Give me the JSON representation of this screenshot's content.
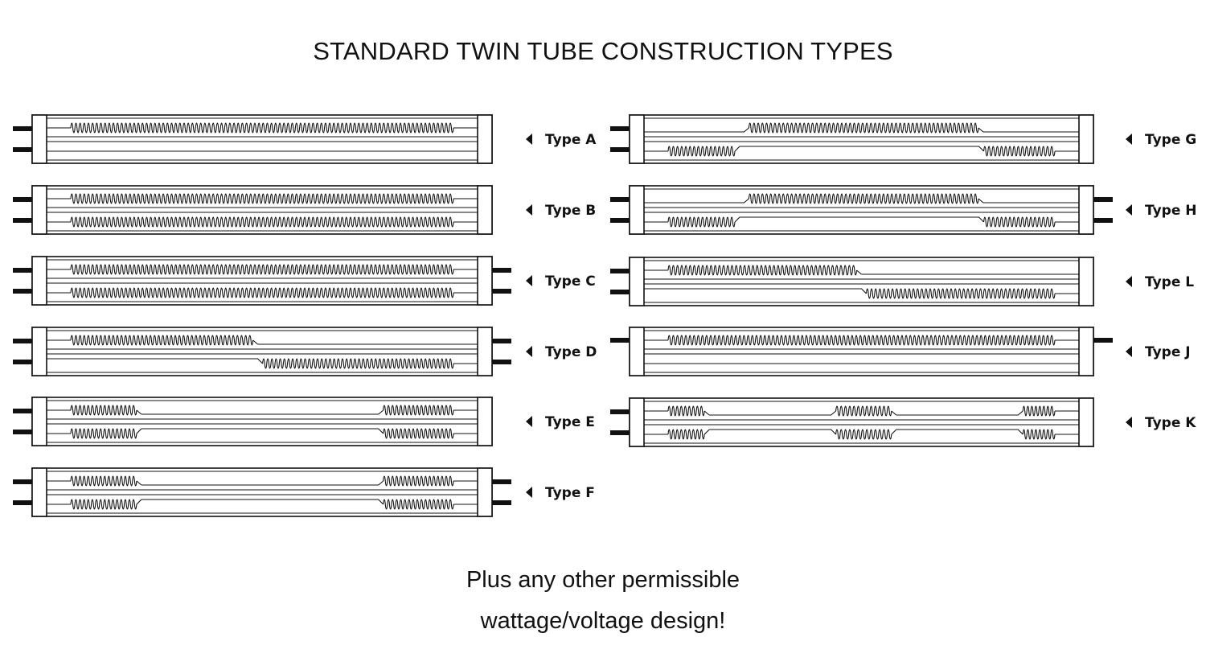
{
  "title": "STANDARD TWIN TUBE CONSTRUCTION TYPES",
  "footer": {
    "line1": "Plus any other permissible",
    "line2": "wattage/voltage design!"
  },
  "colors": {
    "ink": "#111111",
    "tube_fill": "#ffffff"
  },
  "left_column": [
    {
      "label": "Type A",
      "terminals": "left",
      "top_coil": [
        [
          0,
          1
        ]
      ],
      "bottom_coil": []
    },
    {
      "label": "Type B",
      "terminals": "left",
      "top_coil": [
        [
          0,
          1
        ]
      ],
      "bottom_coil": [
        [
          0,
          1
        ]
      ]
    },
    {
      "label": "Type C",
      "terminals": "both",
      "top_coil": [
        [
          0,
          1
        ]
      ],
      "bottom_coil": [
        [
          0,
          1
        ]
      ]
    },
    {
      "label": "Type D",
      "terminals": "both",
      "top_coil": [
        [
          0,
          0.49
        ]
      ],
      "bottom_coil": [
        [
          0.49,
          1
        ]
      ]
    },
    {
      "label": "Type E",
      "terminals": "left",
      "top_coil": [
        [
          0,
          0.22
        ],
        [
          0.77,
          1
        ]
      ],
      "bottom_coil": [
        [
          0,
          0.22
        ],
        [
          0.77,
          1
        ]
      ]
    },
    {
      "label": "Type F",
      "terminals": "both",
      "top_coil": [
        [
          0,
          0.22
        ],
        [
          0.77,
          1
        ]
      ],
      "bottom_coil": [
        [
          0,
          0.22
        ],
        [
          0.77,
          1
        ]
      ]
    }
  ],
  "right_column": [
    {
      "label": "Type G",
      "terminals": "left",
      "top_coil": [
        [
          0.23,
          0.78
        ]
      ],
      "bottom_coil": [
        [
          0,
          0.22
        ],
        [
          0.77,
          1
        ]
      ]
    },
    {
      "label": "Type H",
      "terminals": "both",
      "top_coil": [
        [
          0.23,
          0.78
        ]
      ],
      "bottom_coil": [
        [
          0,
          0.22
        ],
        [
          0.77,
          1
        ]
      ]
    },
    {
      "label": "Type L",
      "terminals": "left",
      "top_coil": [
        [
          0,
          0.5
        ]
      ],
      "bottom_coil": [
        [
          0.5,
          1
        ]
      ]
    },
    {
      "label": "Type J",
      "terminals": "both-single",
      "top_coil": [
        [
          0,
          1
        ]
      ],
      "bottom_coil": []
    },
    {
      "label": "Type K",
      "terminals": "left",
      "top_coil": [
        [
          0,
          0.15
        ],
        [
          0.43,
          0.58
        ],
        [
          0.86,
          1
        ]
      ],
      "bottom_coil": [
        [
          0,
          0.15
        ],
        [
          0.43,
          0.58
        ],
        [
          0.86,
          1
        ]
      ]
    }
  ]
}
